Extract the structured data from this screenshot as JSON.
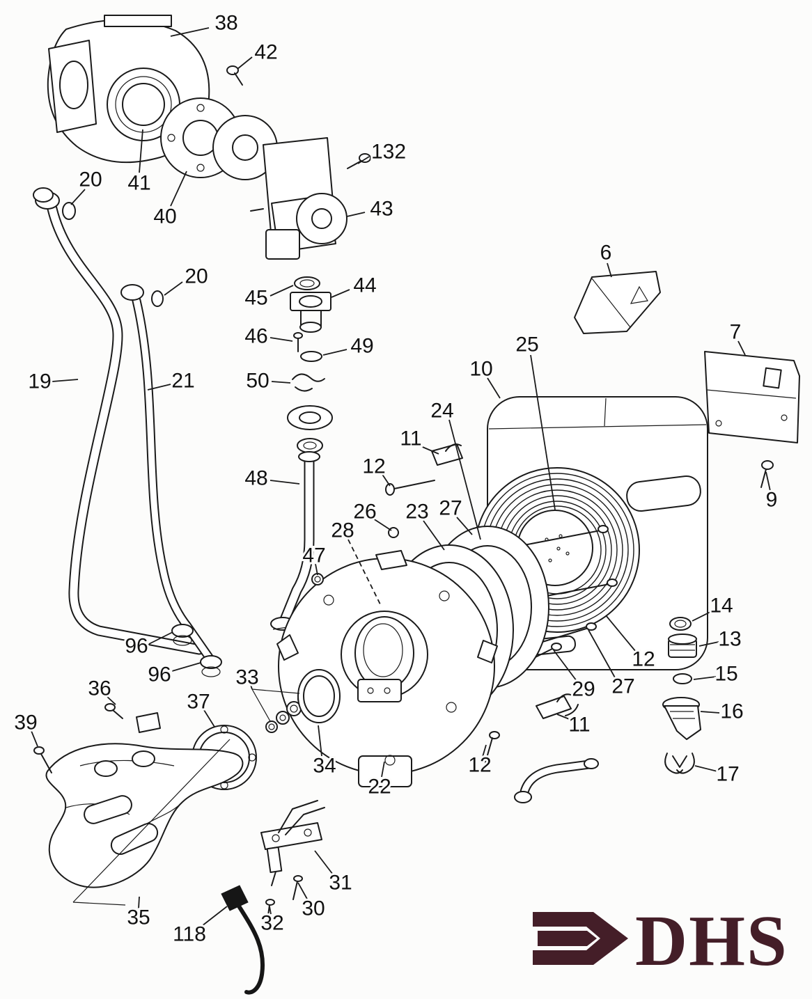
{
  "diagram": {
    "kind": "exploded-parts-diagram"
  },
  "logo": {
    "text": "DHS",
    "color": "#441e28"
  },
  "callouts": [
    {
      "text": "38"
    },
    {
      "text": "42"
    },
    {
      "text": "20"
    },
    {
      "text": "41"
    },
    {
      "text": "40"
    },
    {
      "text": "132"
    },
    {
      "text": "43"
    },
    {
      "text": "20"
    },
    {
      "text": "45"
    },
    {
      "text": "44"
    },
    {
      "text": "46"
    },
    {
      "text": "49"
    },
    {
      "text": "50"
    },
    {
      "text": "6"
    },
    {
      "text": "7"
    },
    {
      "text": "10"
    },
    {
      "text": "25"
    },
    {
      "text": "24"
    },
    {
      "text": "11"
    },
    {
      "text": "12"
    },
    {
      "text": "19"
    },
    {
      "text": "21"
    },
    {
      "text": "48"
    },
    {
      "text": "26"
    },
    {
      "text": "23"
    },
    {
      "text": "27"
    },
    {
      "text": "28"
    },
    {
      "text": "9"
    },
    {
      "text": "47"
    },
    {
      "text": "14"
    },
    {
      "text": "13"
    },
    {
      "text": "12"
    },
    {
      "text": "15"
    },
    {
      "text": "27"
    },
    {
      "text": "29"
    },
    {
      "text": "16"
    },
    {
      "text": "11"
    },
    {
      "text": "17"
    },
    {
      "text": "96"
    },
    {
      "text": "96"
    },
    {
      "text": "33"
    },
    {
      "text": "36"
    },
    {
      "text": "37"
    },
    {
      "text": "39"
    },
    {
      "text": "34"
    },
    {
      "text": "22"
    },
    {
      "text": "12"
    },
    {
      "text": "31"
    },
    {
      "text": "30"
    },
    {
      "text": "32"
    },
    {
      "text": "35"
    },
    {
      "text": "118"
    }
  ]
}
